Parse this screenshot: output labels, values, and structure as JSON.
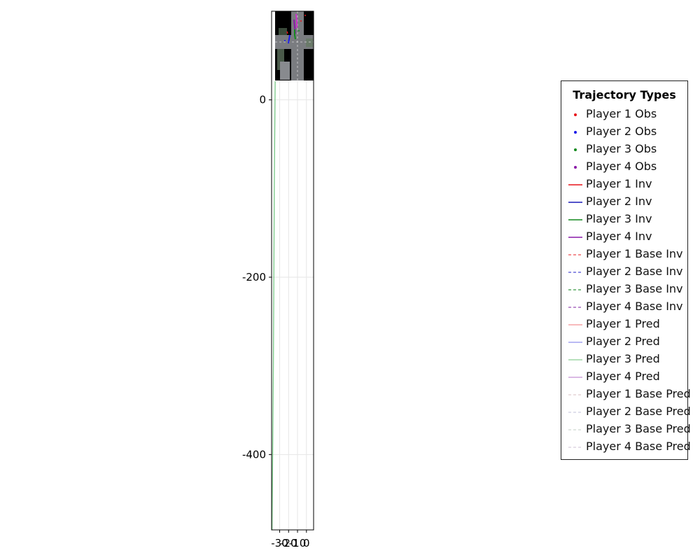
{
  "chart_data": {
    "type": "line",
    "title": "",
    "xlabel": "",
    "ylabel": "",
    "xlim": [
      -39,
      8
    ],
    "ylim": [
      -485,
      100
    ],
    "x_ticks": [
      -30,
      -20,
      -10,
      0
    ],
    "x_tick_labels": [
      "-30",
      "-20",
      "-10",
      "0"
    ],
    "y_ticks": [
      0,
      -200,
      -400
    ],
    "y_tick_labels": [
      "0",
      "-200",
      "-400"
    ],
    "grid": true,
    "background_image": {
      "description_name": "intersection-aerial-map",
      "x_range": [
        -35,
        8
      ],
      "y_range": [
        21,
        100
      ]
    },
    "series": [
      {
        "name": "Player 3 Pred",
        "color": "#77c785",
        "style": "solid",
        "x": [
          -38.5,
          -37,
          -36,
          -35
        ],
        "y": [
          -485,
          -300,
          -100,
          21
        ]
      }
    ],
    "legend": {
      "title": "Trajectory Types",
      "placement": "right",
      "entries": [
        {
          "label": "Player 1 Obs",
          "marker": "dot",
          "color": "#e8141a"
        },
        {
          "label": "Player 2 Obs",
          "marker": "dot",
          "color": "#1a1ae8"
        },
        {
          "label": "Player 3 Obs",
          "marker": "dot",
          "color": "#148a1f"
        },
        {
          "label": "Player 4 Obs",
          "marker": "dot",
          "color": "#8a1aa8"
        },
        {
          "label": "Player 1 Inv",
          "marker": "solid",
          "color": "#e8141a"
        },
        {
          "label": "Player 2 Inv",
          "marker": "solid",
          "color": "#1a1ab8"
        },
        {
          "label": "Player 3 Inv",
          "marker": "solid",
          "color": "#148a1f"
        },
        {
          "label": "Player 4 Inv",
          "marker": "solid",
          "color": "#8a1aa8"
        },
        {
          "label": "Player 1 Base Inv",
          "marker": "dashed",
          "color": "#f06a6e"
        },
        {
          "label": "Player 2 Base Inv",
          "marker": "dashed",
          "color": "#6a6adc"
        },
        {
          "label": "Player 3 Base Inv",
          "marker": "dashed",
          "color": "#5aaa62"
        },
        {
          "label": "Player 4 Base Inv",
          "marker": "dashed",
          "color": "#a86ac0"
        },
        {
          "label": "Player 1 Pred",
          "marker": "solid",
          "color": "#f5a3a5"
        },
        {
          "label": "Player 2 Pred",
          "marker": "solid",
          "color": "#a3a3f0"
        },
        {
          "label": "Player 3 Pred",
          "marker": "solid",
          "color": "#9fd6a5"
        },
        {
          "label": "Player 4 Pred",
          "marker": "solid",
          "color": "#cfa3dc"
        },
        {
          "label": "Player 1 Base Pred",
          "marker": "dashed",
          "color": "#e6d3d6"
        },
        {
          "label": "Player 2 Base Pred",
          "marker": "dashed",
          "color": "#d6d6e6"
        },
        {
          "label": "Player 3 Base Pred",
          "marker": "dashed",
          "color": "#d6dfd8"
        },
        {
          "label": "Player 4 Base Pred",
          "marker": "dashed",
          "color": "#ddd6e2"
        }
      ]
    }
  }
}
